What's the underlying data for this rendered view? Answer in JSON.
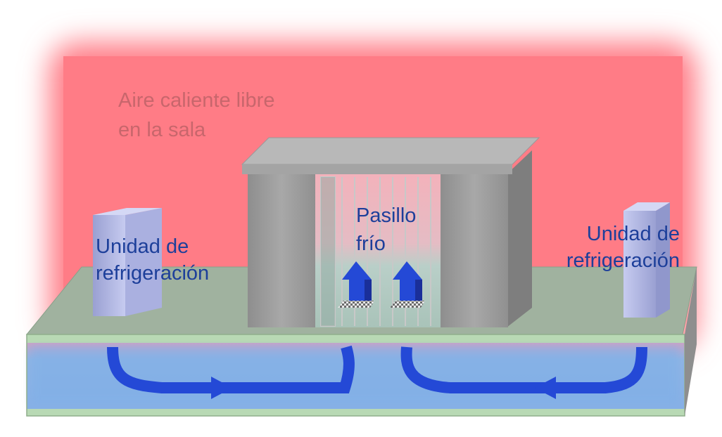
{
  "labels": {
    "hot_air_line1": "Aire caliente libre",
    "hot_air_line2": "en la sala",
    "cold_aisle_line1": "Pasillo",
    "cold_aisle_line2": "frío",
    "left_unit_line1": "Unidad de",
    "left_unit_line2": "refrigeración",
    "right_unit_line1": "Unidad de",
    "right_unit_line2": "refrigeración"
  },
  "colors": {
    "hot_air": "#ff7c86",
    "hot_air_text": "#c8666c",
    "cold_air_text": "#1d3f9a",
    "floor_top": "#a0b29f",
    "plenum": "#8fb4e4",
    "airflow_arrow": "#2449d6",
    "cabinet_front": "#9b9b9b",
    "cabinet_top": "#b4b4b4",
    "cooling_unit": "#b8bde6"
  }
}
